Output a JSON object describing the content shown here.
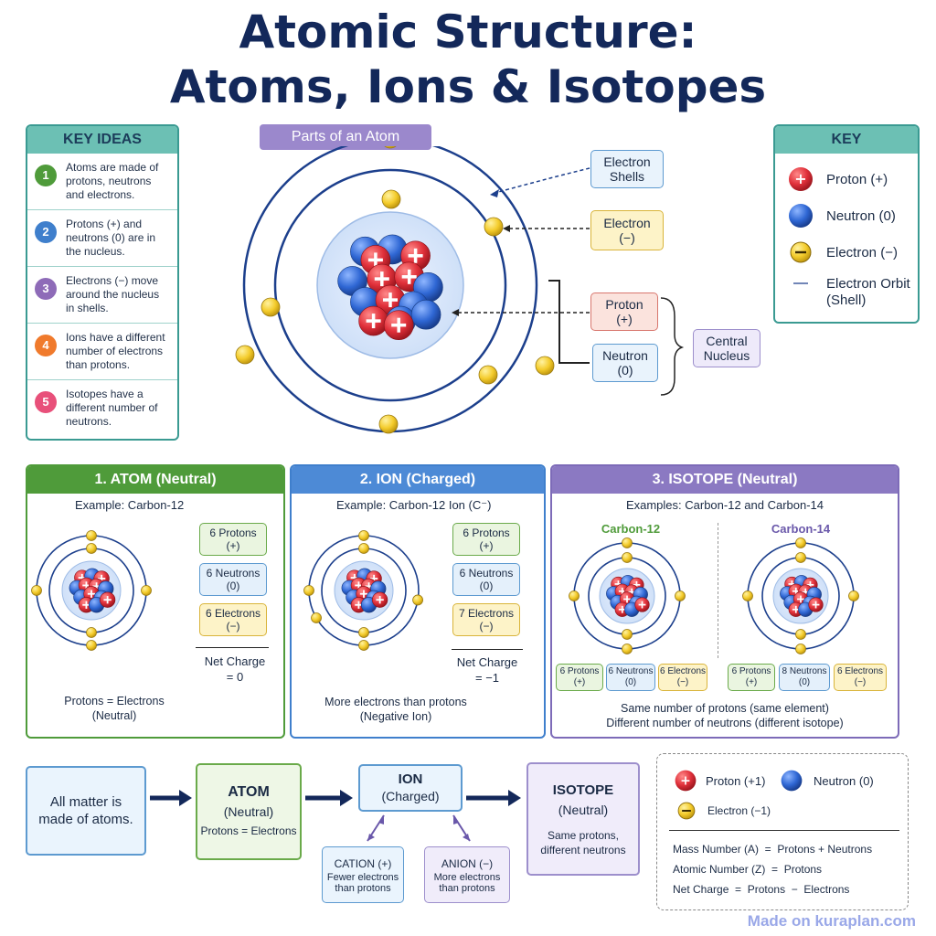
{
  "title": {
    "line1": "Atomic Structure:",
    "line2": "Atoms, Ions & Isotopes"
  },
  "colors": {
    "proton": "#e0303a",
    "neutron": "#2f67d4",
    "electron": "#f4cc2c",
    "orbit": "#1c3f8c",
    "green": "#4f9b3a",
    "blue": "#3f7fcc",
    "purple": "#7d6bb8",
    "teal": "#6cc0b4"
  },
  "key_ideas": {
    "heading": "KEY IDEAS",
    "items": [
      {
        "num": "1",
        "color": "#4f9b3a",
        "text": "Atoms are made of protons, neutrons and electrons."
      },
      {
        "num": "2",
        "color": "#3f7fcc",
        "text": "Protons (+) and neutrons (0) are in the nucleus."
      },
      {
        "num": "3",
        "color": "#8e6bb8",
        "text": "Electrons (−) move around the nucleus in shells."
      },
      {
        "num": "4",
        "color": "#f07a2c",
        "text": "Ions have a different number of electrons than protons."
      },
      {
        "num": "5",
        "color": "#e8507a",
        "text": "Isotopes have a different number of neutrons."
      }
    ]
  },
  "parts": {
    "heading": "Parts of an Atom",
    "shells_label_1": "Electron",
    "shells_label_2": "Shells",
    "electron_label_1": "Electron",
    "electron_label_2": "(−)",
    "proton_label_1": "Proton",
    "proton_label_2": "(+)",
    "neutron_label_1": "Neutron",
    "neutron_label_2": "(0)",
    "nucleus_label_1": "Central",
    "nucleus_label_2": "Nucleus"
  },
  "key": {
    "heading": "KEY",
    "proton": "Proton (+)",
    "neutron": "Neutron (0)",
    "electron": "Electron (−)",
    "orbit_1": "Electron Orbit",
    "orbit_2": "(Shell)"
  },
  "atom_panel": {
    "heading": "1. ATOM (Neutral)",
    "example": "Example: Carbon-12",
    "protons_1": "6 Protons",
    "protons_2": "(+)",
    "neutrons_1": "6 Neutrons",
    "neutrons_2": "(0)",
    "electrons_1": "6 Electrons",
    "electrons_2": "(−)",
    "net_1": "Net Charge",
    "net_2": "= 0",
    "footer_1": "Protons = Electrons",
    "footer_2": "(Neutral)"
  },
  "ion_panel": {
    "heading": "2. ION (Charged)",
    "example": "Example: Carbon-12 Ion (C⁻)",
    "protons_1": "6 Protons",
    "protons_2": "(+)",
    "neutrons_1": "6 Neutrons",
    "neutrons_2": "(0)",
    "electrons_1": "7 Electrons",
    "electrons_2": "(−)",
    "net_1": "Net Charge",
    "net_2": "= −1",
    "footer_1": "More electrons than protons",
    "footer_2": "(Negative Ion)"
  },
  "isotope_panel": {
    "heading": "3. ISOTOPE (Neutral)",
    "example": "Examples: Carbon-12 and Carbon-14",
    "c12": "Carbon-12",
    "c14": "Carbon-14",
    "c12_protons_1": "6 Protons",
    "c12_protons_2": "(+)",
    "c12_neutrons_1": "6 Neutrons",
    "c12_neutrons_2": "(0)",
    "c12_electrons_1": "6 Electrons",
    "c12_electrons_2": "(−)",
    "c14_protons_1": "6 Protons",
    "c14_protons_2": "(+)",
    "c14_neutrons_1": "8 Neutrons",
    "c14_neutrons_2": "(0)",
    "c14_electrons_1": "6 Electrons",
    "c14_electrons_2": "(−)",
    "footer_1": "Same number of protons (same element)",
    "footer_2": "Different number of neutrons (different isotope)"
  },
  "flow": {
    "matter_1": "All matter is",
    "matter_2": "made of atoms.",
    "atom_1": "ATOM",
    "atom_2": "(Neutral)",
    "atom_3": "Protons = Electrons",
    "ion_1": "ION",
    "ion_2": "(Charged)",
    "cation_1": "CATION (+)",
    "cation_2": "Fewer electrons",
    "cation_3": "than protons",
    "anion_1": "ANION (−)",
    "anion_2": "More electrons",
    "anion_3": "than protons",
    "isotope_1": "ISOTOPE",
    "isotope_2": "(Neutral)",
    "isotope_3": "Same protons,",
    "isotope_4": "different neutrons"
  },
  "summary": {
    "proton": "Proton (+1)",
    "neutron": "Neutron (0)",
    "electron": "Electron (−1)",
    "mass": "Mass Number (A)  =  Protons + Neutrons",
    "atomic": "Atomic Number (Z)  =  Protons",
    "net": "Net Charge  =  Protons  −  Electrons"
  },
  "watermark": "Made on kuraplan.com"
}
